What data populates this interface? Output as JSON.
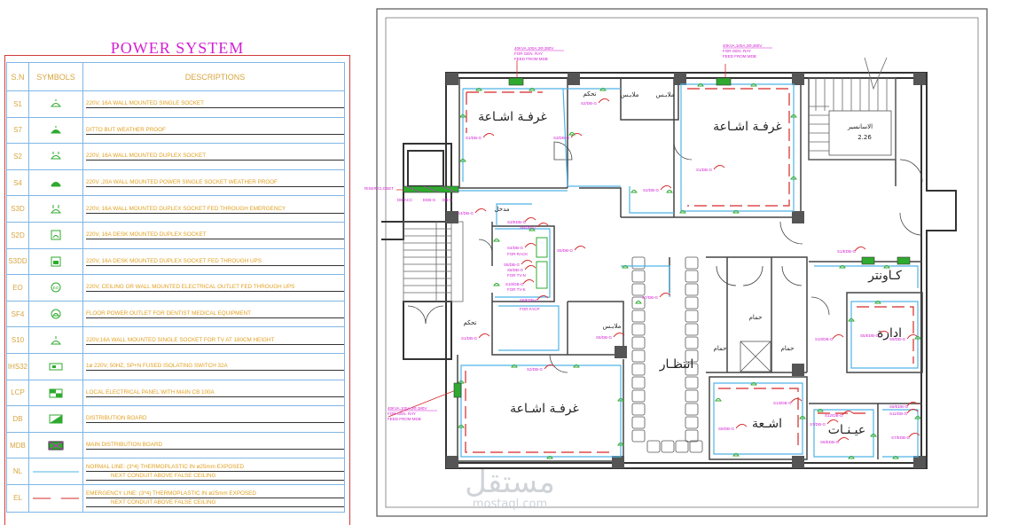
{
  "legend": {
    "title": "POWER SYSTEM",
    "headers": {
      "sn": "S.N",
      "symbols": "SYMBOLS",
      "descriptions": "DESCRIPTIONS"
    },
    "rows": [
      {
        "code": "S1",
        "desc": [
          "220V, 16A WALL MOUNTED SINGLE SOCKET"
        ]
      },
      {
        "code": "S7",
        "desc": [
          "DITTO BUT WEATHER PROOF"
        ]
      },
      {
        "code": "S2",
        "desc": [
          "220V, 16A WALL MOUNTED DUPLEX SOCKET"
        ]
      },
      {
        "code": "S4",
        "desc": [
          "220V ,20A WALL MOUNTED POWER SINGLE SOCKET WEATHER PROOF"
        ]
      },
      {
        "code": "S3D",
        "desc": [
          "220V, 16A WALL MOUNTED DUPLEX SOCKET FED THROUGH EMERGENCY"
        ]
      },
      {
        "code": "S2D",
        "desc": [
          "220V, 16A DESK MOUNTED DUPLEX SOCKET"
        ]
      },
      {
        "code": "S3DD",
        "desc": [
          "220V, 16A DESK MOUNTED DUPLEX SOCKET FED THROUGH UPS"
        ]
      },
      {
        "code": "EO",
        "desc": [
          "220V, CEILING OR WALL MOUNTED ELECTRICAL OUTLET FED THROUGH UPS"
        ]
      },
      {
        "code": "SF4",
        "desc": [
          "FLOOR POWER OUTLET FOR DENTIST MEDICAL EQUIPMENT"
        ]
      },
      {
        "code": "S10",
        "desc": [
          "220V,16A WALL MOUNTED SINGLE SOCKET FOR TV AT 180CM HEIGHT"
        ]
      },
      {
        "code": "IHS32",
        "desc": [
          "1ø 220V, 50HZ, SP+N FUSED ISOLATING SWITCH 32A"
        ]
      },
      {
        "code": "LCP",
        "desc": [
          "LOCAL ELECTRICAL PANEL WITH MAIN CB 100A"
        ]
      },
      {
        "code": "DB",
        "desc": [
          "DISTRIBUTION BOARD"
        ]
      },
      {
        "code": "MDB",
        "desc": [
          "MAIN DISTRIBUTION BOARD"
        ]
      },
      {
        "code": "NL",
        "desc": [
          "NORMAL LINE: (3*4) THERMOPLASTIC IN ø25mm EXPOSED",
          "NEXT CONDUIT ABOVE FALSE CEILING"
        ]
      },
      {
        "code": "EL",
        "desc": [
          "EMERGENCY LINE: (3*4) THERMOPLASTIC IN ø25mm EXPOSED",
          "NEXT CONDUIT ABOVE FALSE CEILING"
        ]
      }
    ]
  },
  "plan": {
    "rooms": {
      "room1": "غرفـة اشـاعة",
      "room2": "غرفـة اشـاعة",
      "room3": "غرفـة اشـاعة",
      "counter": "كـاونتر",
      "admin": "ادارة",
      "waiting": "انتظـار",
      "xray": "اشـعة",
      "clinic": "عيـنـات",
      "wardrobe1": "ملابـس",
      "wardrobe2": "ملابـس",
      "wardrobe3": "ملابـس",
      "control1": "تحكم",
      "control2": "تحكم",
      "wc1": "حمام",
      "wc2": "حمام",
      "wc3": "حمام",
      "entrance": "مدخل",
      "elevator": "الاسانسير",
      "elev_num": "2.26"
    },
    "callouts": {
      "gen1": [
        "40KVA,100A,3Ф,380V",
        "FOR GEN. RAY",
        "FEED FROM MDB"
      ],
      "gen2": [
        "40KVA,100A,3Ф,380V",
        "FOR GEN. RAY",
        "FEED FROM MDB"
      ],
      "gen3": [
        "40KVA,100A,3Ф,380V",
        "FOR GEN. RAY",
        "FEED FROM MDB"
      ],
      "riser": "RISER CLOSET",
      "db_labels": [
        "DB-ACC",
        "EDB-G",
        "DB-G"
      ],
      "circuits": [
        "S1/DB-G",
        "S2/DB-G",
        "S3/DB-G",
        "S1/DB-G",
        "S2/DB-G",
        "S4/DB-G",
        "S3/EDB-G",
        "S5/DB-G",
        "S4/DB-G",
        "S1/DB-G",
        "S2/DB-G",
        "S8/DB-G",
        "S7/DB-G",
        "S1/EDB-G",
        "S5/EDB-G",
        "S9/DB-G",
        "S10/DB-G",
        "S6/DB-G",
        "S5/DB-G",
        "S13/DB-G",
        "S7/DB-G",
        "S6/EDB-G",
        "S9/DB-G",
        "S10/DB-G",
        "S7/EDB-G",
        "S8/EDB-G",
        "S11/DB-G",
        "S12/DB-G",
        "S6/DB-G",
        "S5/EDB-G"
      ],
      "notes": [
        "FOR RACK",
        "FOR TV-N",
        "FOR TV-K",
        "FOR FACP"
      ]
    },
    "watermark": {
      "arabic": "مستقل",
      "latin": "mostaql.com"
    },
    "colors": {
      "wall": "#333333",
      "normal_line": "#4fb3e6",
      "emergency_line": "#d62828",
      "label": "#d21fd2",
      "symbol": "#2faa2f"
    }
  }
}
